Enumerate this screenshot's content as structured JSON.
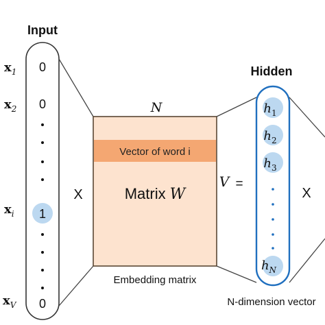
{
  "input": {
    "title": "Input",
    "rows": [
      {
        "var": "x",
        "sub": "1",
        "value": "0",
        "highlight": false
      },
      {
        "var": "x",
        "sub": "2",
        "value": "0",
        "highlight": false
      },
      {
        "var": "x",
        "sub": "i",
        "value": "1",
        "highlight": true
      },
      {
        "var": "x",
        "sub": "V",
        "value": "0",
        "highlight": false
      }
    ],
    "dots": "·"
  },
  "operators": {
    "times_left": "X",
    "times_right": "X",
    "equals": "="
  },
  "matrix": {
    "top_label": "N",
    "side_label": "V",
    "highlight_label": "Vector of word i",
    "center_label": "Matrix",
    "center_var": "W",
    "caption": "Embedding matrix",
    "fill_color": "#fde3cf",
    "highlight_color": "#f4a772",
    "border_color": "#5a4633"
  },
  "hidden": {
    "title": "Hidden",
    "items": [
      {
        "var": "h",
        "sub": "1"
      },
      {
        "var": "h",
        "sub": "2"
      },
      {
        "var": "h",
        "sub": "3"
      },
      {
        "var": "h",
        "sub": "N"
      }
    ],
    "dots": "·",
    "caption": "N-dimension vector",
    "outline_color": "#1f6fbf",
    "bubble_color": "#bcd8f0",
    "dot_color": "#1f6fbf"
  }
}
